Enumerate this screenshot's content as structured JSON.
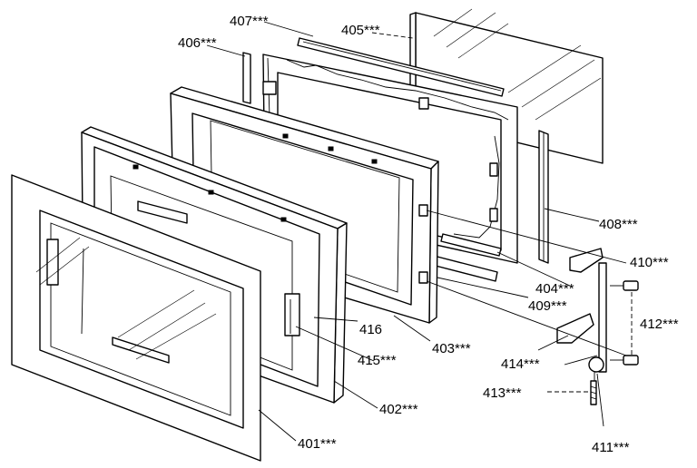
{
  "callouts": [
    {
      "id": "c401",
      "text": "401***"
    },
    {
      "id": "c402",
      "text": "402***"
    },
    {
      "id": "c403",
      "text": "403***"
    },
    {
      "id": "c404",
      "text": "404***"
    },
    {
      "id": "c405",
      "text": "405***"
    },
    {
      "id": "c406",
      "text": "406***"
    },
    {
      "id": "c407",
      "text": "407***"
    },
    {
      "id": "c408",
      "text": "408***"
    },
    {
      "id": "c409",
      "text": "409***"
    },
    {
      "id": "c410",
      "text": "410***"
    },
    {
      "id": "c411",
      "text": "411***"
    },
    {
      "id": "c412",
      "text": "412***"
    },
    {
      "id": "c413",
      "text": "413***"
    },
    {
      "id": "c414",
      "text": "414***"
    },
    {
      "id": "c415",
      "text": "415***"
    },
    {
      "id": "c416",
      "text": "416"
    }
  ],
  "colors": {
    "line": "#000000",
    "background": "#ffffff"
  }
}
